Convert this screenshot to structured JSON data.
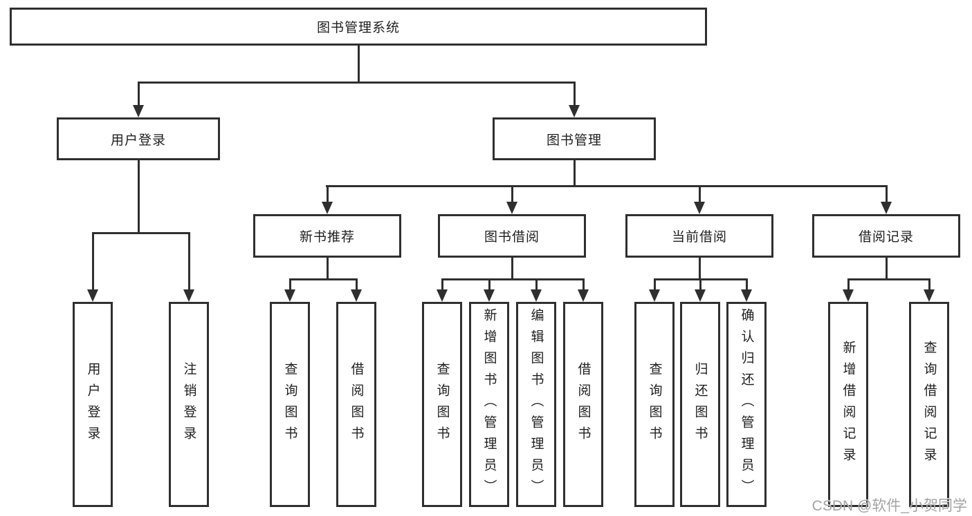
{
  "colors": {
    "line": "#2f2f2f",
    "text": "#1f1f1f",
    "background": "#ffffff",
    "watermark": "#9e9e9e"
  },
  "nodes": {
    "root": "图书管理系统",
    "level2": [
      "用户登录",
      "图书管理"
    ],
    "level3": [
      "新书推荐",
      "图书借阅",
      "当前借阅",
      "借阅记录"
    ],
    "groups": {
      "userLogin": [
        "用户登录",
        "注销登录"
      ],
      "newBooks": [
        "查询图书",
        "借阅图书"
      ],
      "bookBorrow": [
        "查询图书",
        "新增图书（管理员）",
        "编辑图书（管理员）",
        "借阅图书"
      ],
      "currentBorrow": [
        "查询图书",
        "归还图书",
        "确认归还（管理员）"
      ],
      "borrowRecords": [
        "新增借阅记录",
        "查询借阅记录"
      ]
    }
  },
  "watermark": "CSDN @软件_小贺同学"
}
